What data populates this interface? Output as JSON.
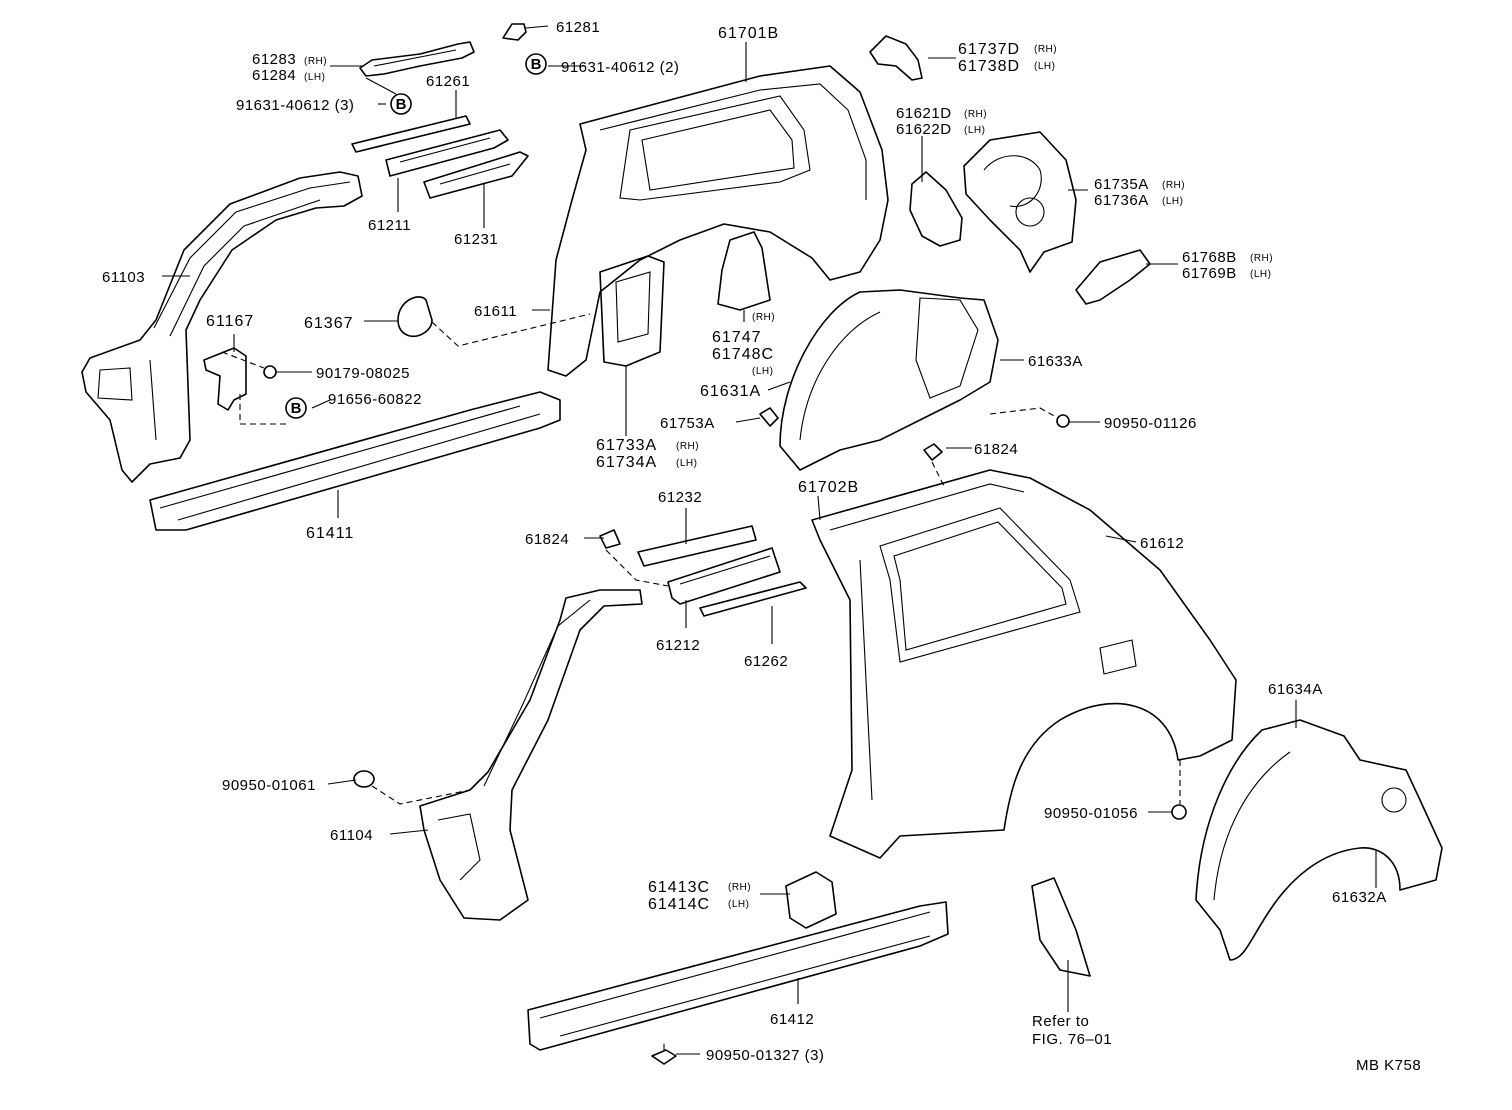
{
  "labels": {
    "p61281": "61281",
    "p61701b": "61701B",
    "p61737d": "61737D",
    "p61737d_side": "(RH)",
    "p61738d": "61738D",
    "p61738d_side": "(LH)",
    "p61283": "61283",
    "p61283_side": "(RH)",
    "p61284": "61284",
    "p61284_side": "(LH)",
    "bolt_91631_2": "91631-40612 (2)",
    "bolt_91631_3": "91631-40612 (3)",
    "p61261": "61261",
    "p61621d": "61621D",
    "p61621d_side": "(RH)",
    "p61622d": "61622D",
    "p61622d_side": "(LH)",
    "p61735a": "61735A",
    "p61735a_side": "(RH)",
    "p61736a": "61736A",
    "p61736a_side": "(LH)",
    "p61211": "61211",
    "p61231": "61231",
    "p61103": "61103",
    "p61768b": "61768B",
    "p61768b_side": "(RH)",
    "p61769b": "61769B",
    "p61769b_side": "(LH)",
    "p61167": "61167",
    "p61367": "61367",
    "p61611": "61611",
    "p61747": "61747",
    "p61747_side": "(RH)",
    "p61748c": "61748C",
    "p61748c_side": "(LH)",
    "p61633a": "61633A",
    "p90179": "90179-08025",
    "p61631a": "61631A",
    "p91656": "91656-60822",
    "p61753a": "61753A",
    "p90950_01126": "90950-01126",
    "p61733a": "61733A",
    "p61733a_side": "(RH)",
    "p61734a": "61734A",
    "p61734a_side": "(LH)",
    "p61824_top": "61824",
    "p61702b": "61702B",
    "p61411": "61411",
    "p61232": "61232",
    "p61824_mid": "61824",
    "p61612": "61612",
    "p61212": "61212",
    "p61262": "61262",
    "p61634a": "61634A",
    "p90950_01061": "90950-01061",
    "p90950_01056": "90950-01056",
    "p61104": "61104",
    "p61632a": "61632A",
    "p61413c": "61413C",
    "p61413c_side": "(RH)",
    "p61414c": "61414C",
    "p61414c_side": "(LH)",
    "p61412": "61412",
    "refer_line1": "Refer to",
    "refer_line2": "FIG. 76–01",
    "p90950_01327": "90950-01327 (3)",
    "figure_code": "MB  K758"
  },
  "badge_letter": "B"
}
